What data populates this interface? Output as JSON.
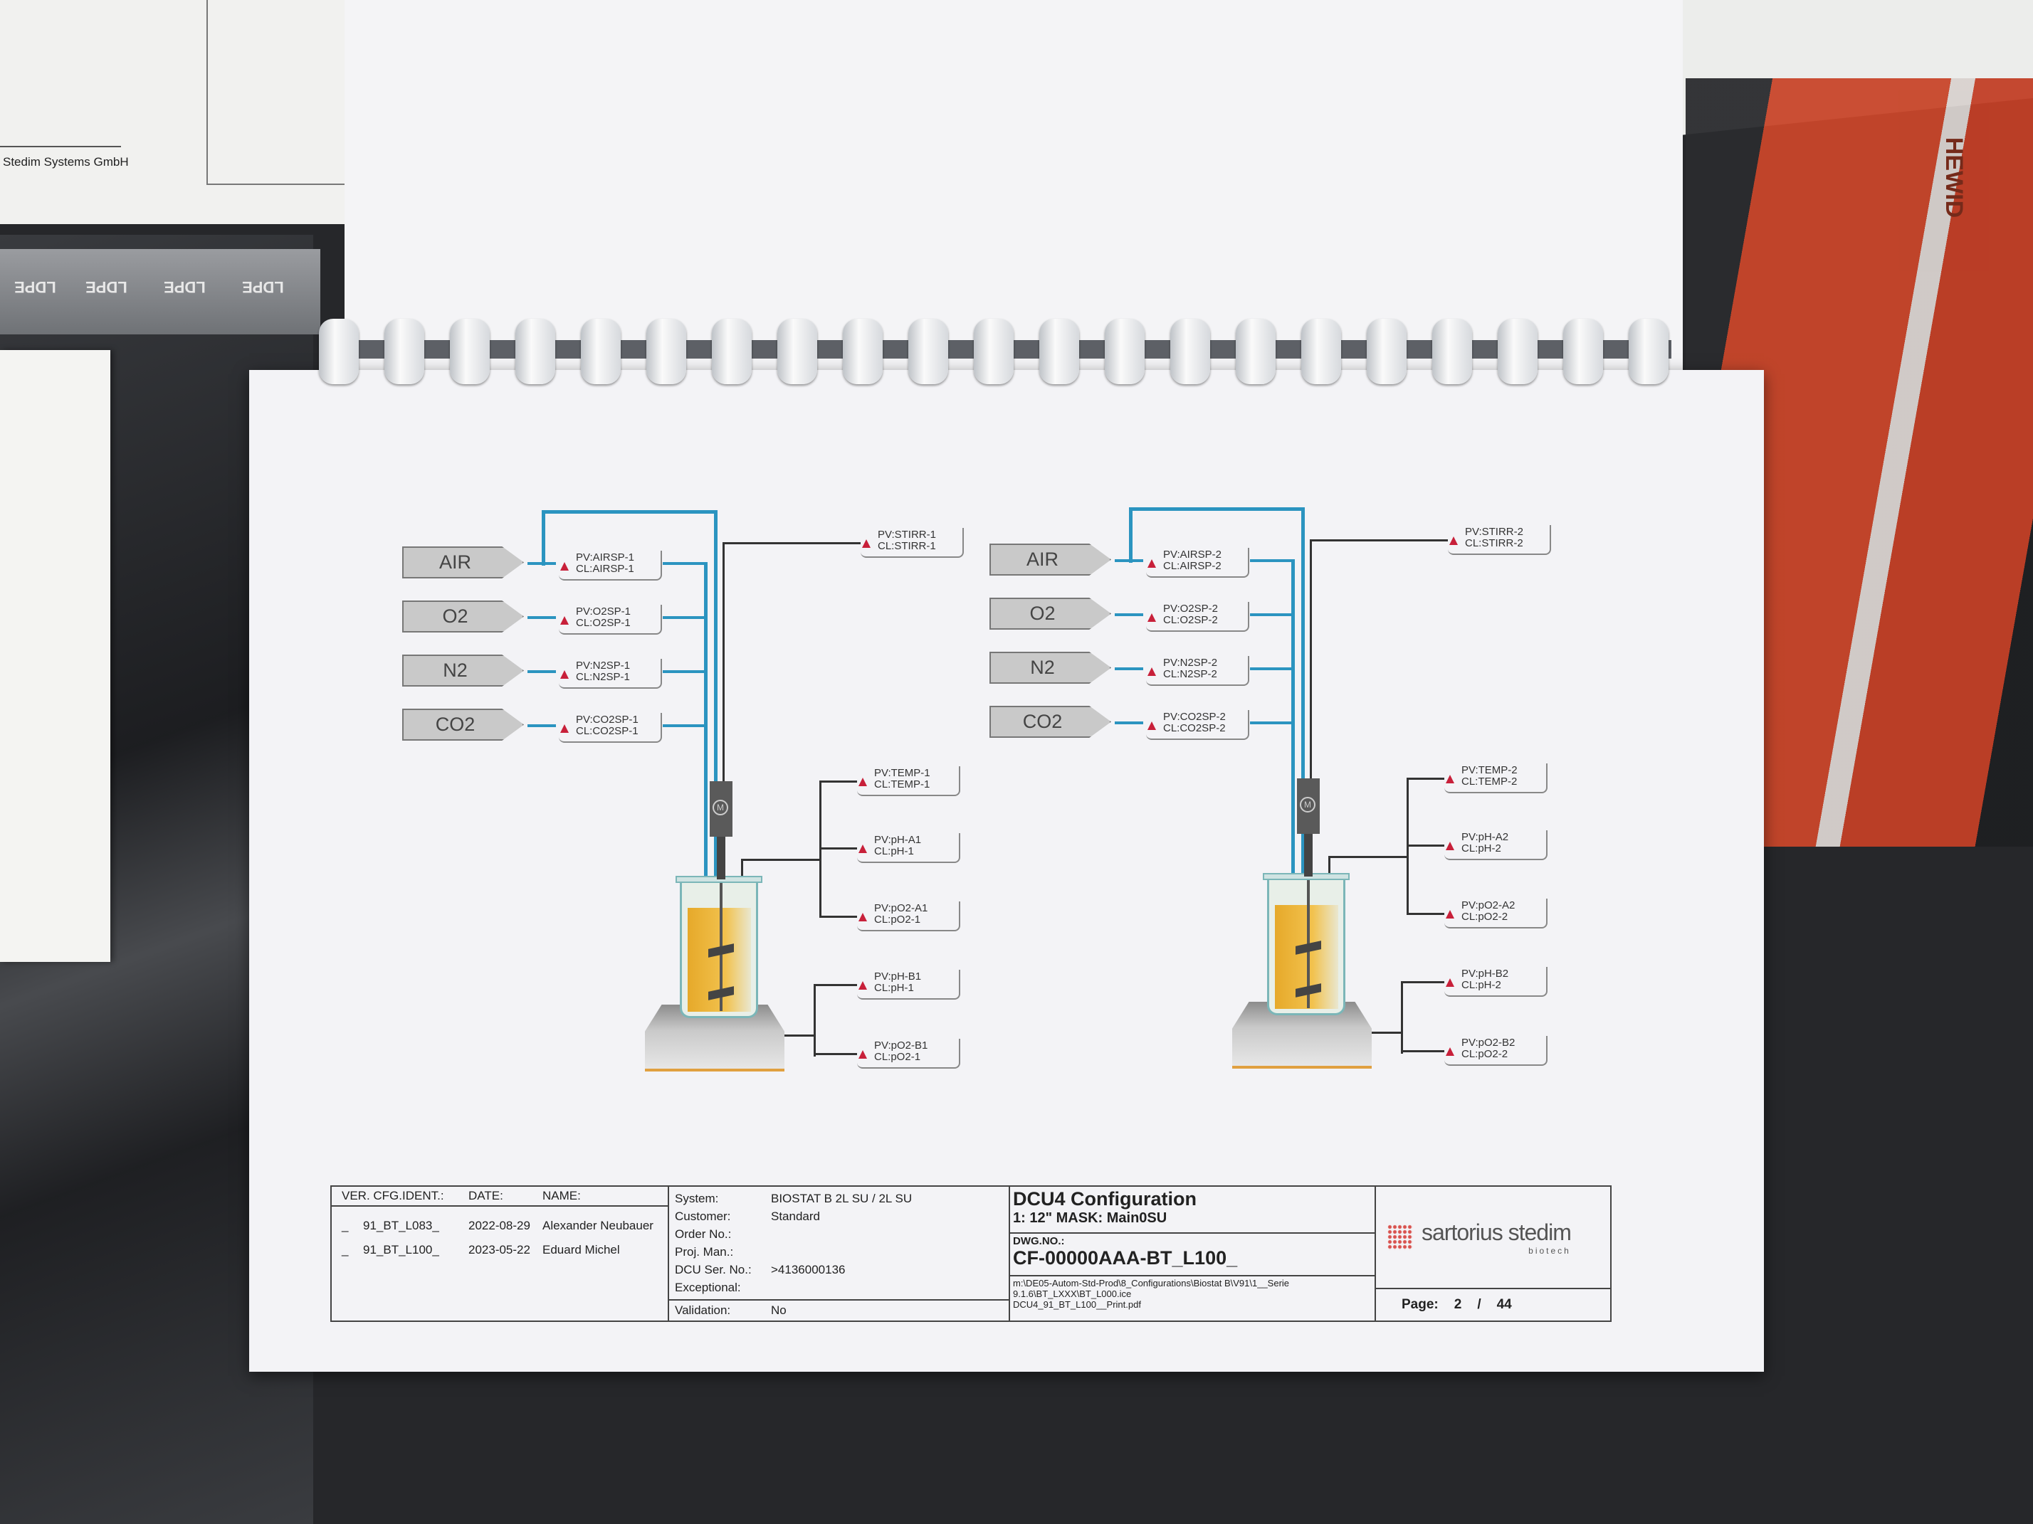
{
  "background": {
    "paper_company": "Stedim Systems GmbH",
    "bag_marks": [
      "LDPE",
      "LDPE",
      "LDPE",
      "LDPE"
    ],
    "right_bag_text": "HEWID"
  },
  "reactors": [
    {
      "gases": [
        "AIR",
        "O2",
        "N2",
        "CO2"
      ],
      "gas_tags": [
        [
          "PV:AIRSP-1",
          "CL:AIRSP-1"
        ],
        [
          "PV:O2SP-1",
          "CL:O2SP-1"
        ],
        [
          "PV:N2SP-1",
          "CL:N2SP-1"
        ],
        [
          "PV:CO2SP-1",
          "CL:CO2SP-1"
        ]
      ],
      "stirr": [
        "PV:STIRR-1",
        "CL:STIRR-1"
      ],
      "probes": [
        [
          "PV:TEMP-1",
          "CL:TEMP-1"
        ],
        [
          "PV:pH-A1",
          "CL:pH-1"
        ],
        [
          "PV:pO2-A1",
          "CL:pO2-1"
        ],
        [
          "PV:pH-B1",
          "CL:pH-1"
        ],
        [
          "PV:pO2-B1",
          "CL:pO2-1"
        ]
      ],
      "motor": "M"
    },
    {
      "gases": [
        "AIR",
        "O2",
        "N2",
        "CO2"
      ],
      "gas_tags": [
        [
          "PV:AIRSP-2",
          "CL:AIRSP-2"
        ],
        [
          "PV:O2SP-2",
          "CL:O2SP-2"
        ],
        [
          "PV:N2SP-2",
          "CL:N2SP-2"
        ],
        [
          "PV:CO2SP-2",
          "CL:CO2SP-2"
        ]
      ],
      "stirr": [
        "PV:STIRR-2",
        "CL:STIRR-2"
      ],
      "probes": [
        [
          "PV:TEMP-2",
          "CL:TEMP-2"
        ],
        [
          "PV:pH-A2",
          "CL:pH-2"
        ],
        [
          "PV:pO2-A2",
          "CL:pO2-2"
        ],
        [
          "PV:pH-B2",
          "CL:pH-2"
        ],
        [
          "PV:pO2-B2",
          "CL:pO2-2"
        ]
      ],
      "motor": "M"
    }
  ],
  "title_block": {
    "headers": {
      "ver": "VER. CFG.IDENT.:",
      "date": "DATE:",
      "name": "NAME:"
    },
    "versions": [
      {
        "ver": "_",
        "ident": "91_BT_L083_",
        "date": "2022-08-29",
        "name": "Alexander Neubauer"
      },
      {
        "ver": "_",
        "ident": "91_BT_L100_",
        "date": "2023-05-22",
        "name": "Eduard Michel"
      }
    ],
    "info": [
      {
        "k": "System:",
        "v": "BIOSTAT B 2L SU / 2L SU"
      },
      {
        "k": "Customer:",
        "v": "Standard"
      },
      {
        "k": "Order No.:",
        "v": ""
      },
      {
        "k": "Proj. Man.:",
        "v": ""
      },
      {
        "k": "DCU Ser. No.:",
        "v": ">4136000136"
      },
      {
        "k": "Exceptional:",
        "v": ""
      }
    ],
    "validation": {
      "k": "Validation:",
      "v": "No"
    },
    "title": "DCU4 Configuration",
    "mask": "1: 12\" MASK: Main0SU",
    "dwg_label": "DWG.NO.:",
    "dwg_no": "CF-00000AAA-BT_L100_",
    "paths": [
      "m:\\DE05-Autom-Std-Prod\\8_Configurations\\Biostat B\\V91\\1__Serie",
      "9.1.6\\BT_LXXX\\BT_L000.ice",
      "DCU4_91_BT_L100__Print.pdf"
    ],
    "logo_name": "sartorius stedim",
    "logo_sub": "biotech",
    "page_label": "Page:",
    "page": "2",
    "page_sep": "/",
    "page_total": "44"
  }
}
